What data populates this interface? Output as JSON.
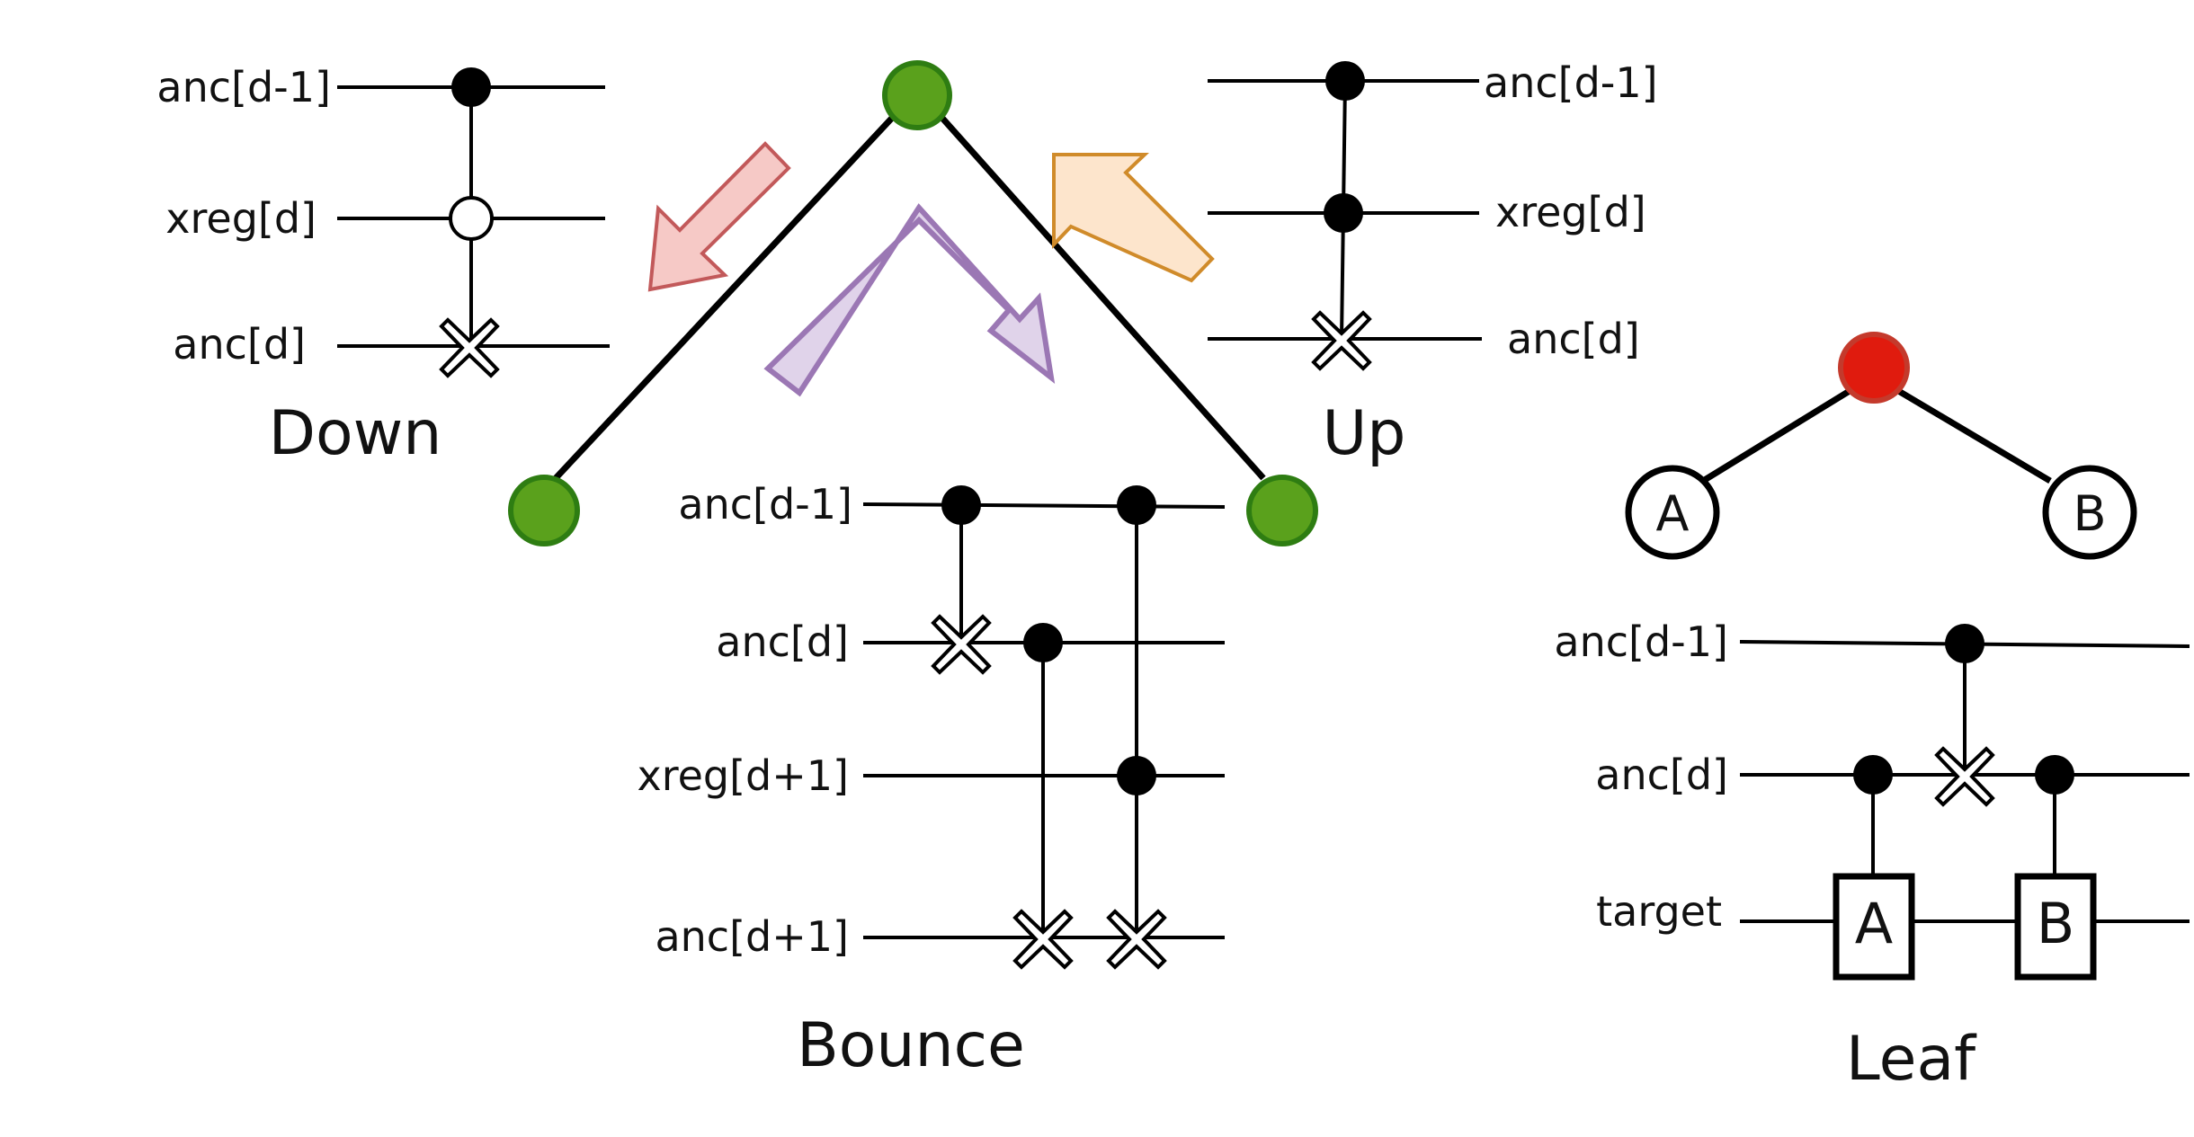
{
  "colors": {
    "green_node": "#5aa11c",
    "green_stroke": "#2e7d12",
    "red_node": "#e01b0e",
    "red_stroke": "#c43a2c",
    "down_arrow_fill": "#f6c9c6",
    "down_arrow_stroke": "#c2595a",
    "up_arrow_fill": "#fde5cc",
    "up_arrow_stroke": "#d08b2a",
    "bounce_arrow_fill": "#e0d3ea",
    "bounce_arrow_stroke": "#9b77b4"
  },
  "captions": {
    "down": "Down",
    "up": "Up",
    "bounce": "Bounce",
    "leaf": "Leaf"
  },
  "down": {
    "wires": [
      "anc[d-1]",
      "xreg[d]",
      "anc[d]"
    ]
  },
  "up": {
    "wires": [
      "anc[d-1]",
      "xreg[d]",
      "anc[d]"
    ]
  },
  "bounce": {
    "wires": [
      "anc[d-1]",
      "anc[d]",
      "xreg[d+1]",
      "anc[d+1]"
    ]
  },
  "leaf": {
    "wires": [
      "anc[d-1]",
      "anc[d]",
      "target"
    ],
    "tree_children": [
      "A",
      "B"
    ],
    "gates": [
      "A",
      "B"
    ]
  }
}
